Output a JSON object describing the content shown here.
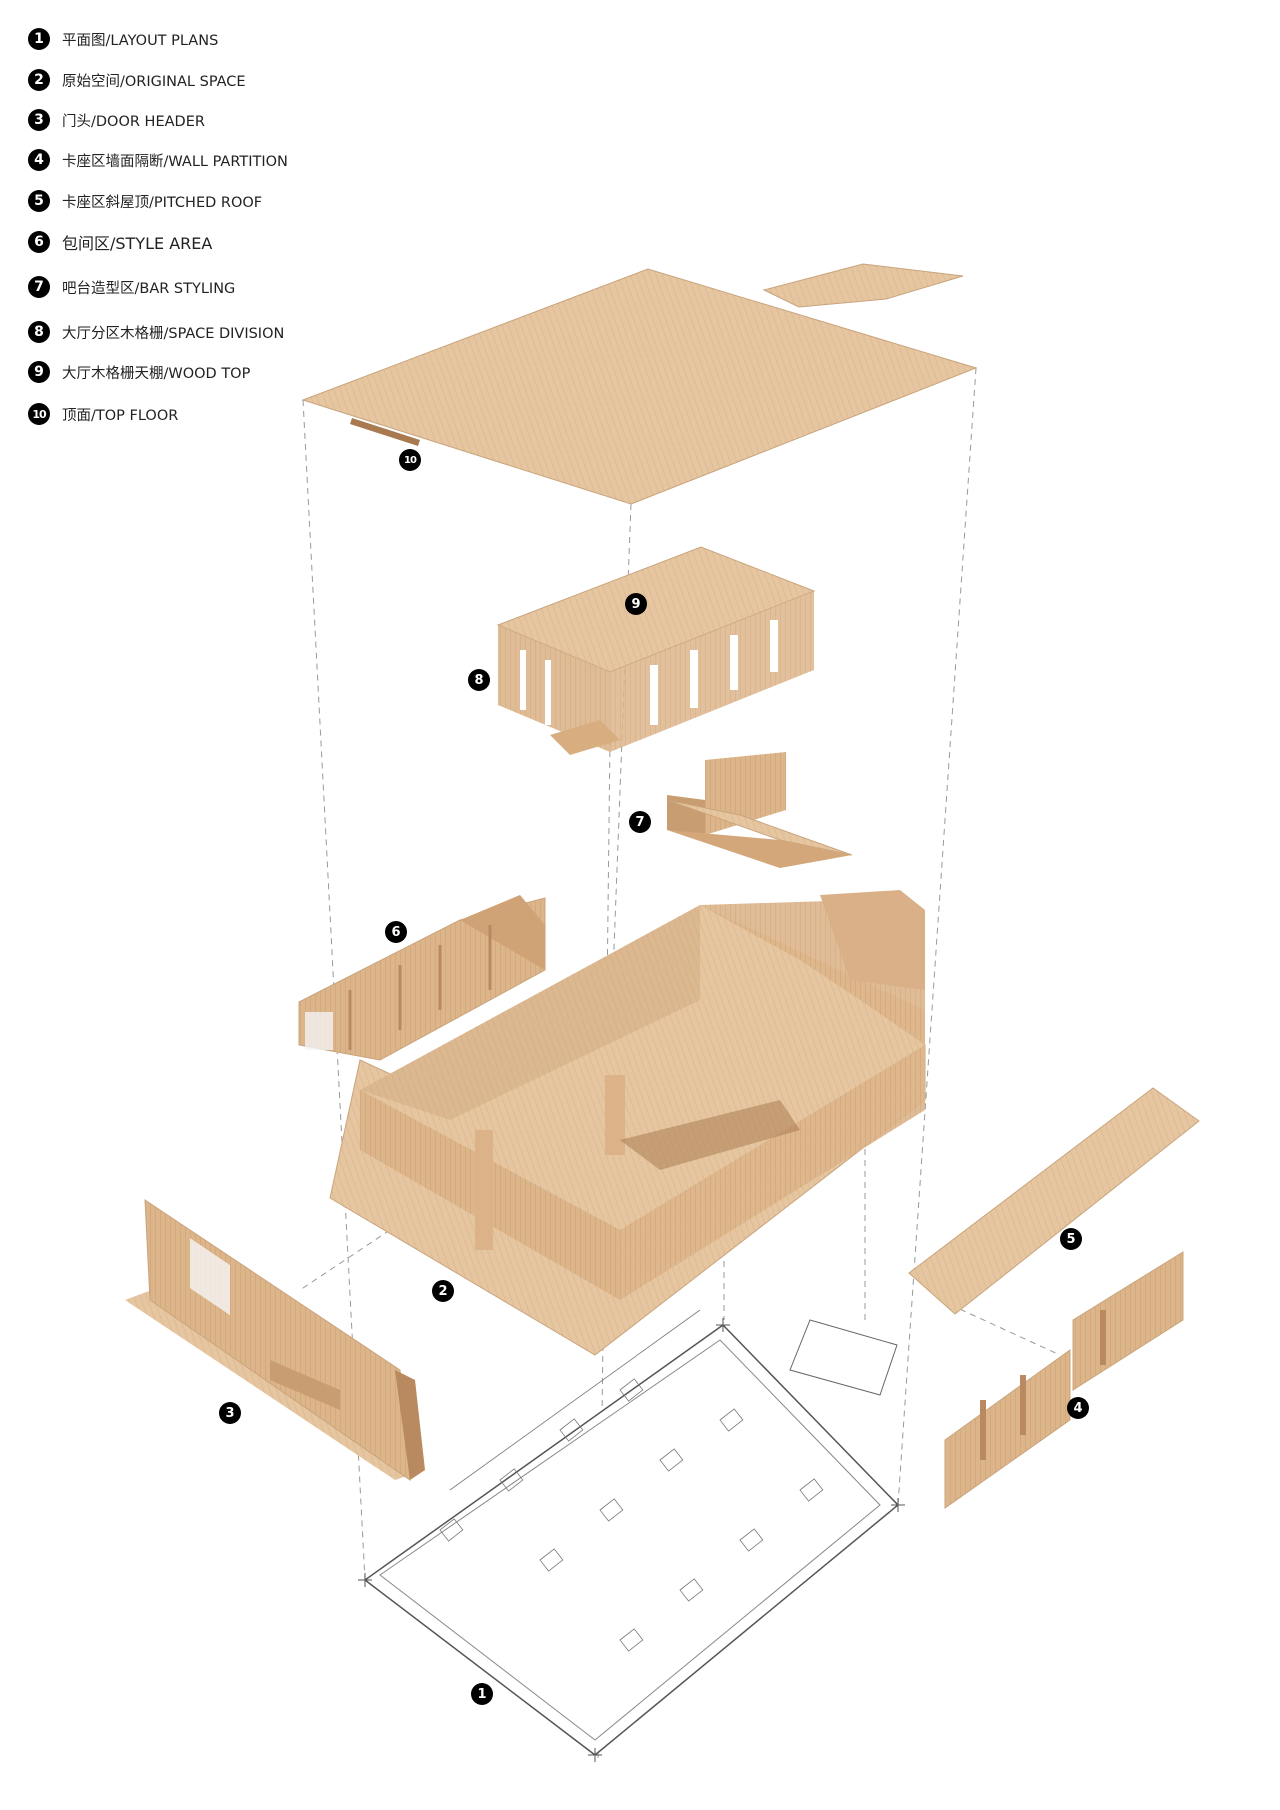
{
  "legend": [
    {
      "num": "1",
      "text": "平面图/LAYOUT PLANS"
    },
    {
      "num": "2",
      "text": "原始空间/ORIGINAL SPACE"
    },
    {
      "num": "3",
      "text": "门头/DOOR HEADER"
    },
    {
      "num": "4",
      "text": "卡座区墙面隔断/WALL PARTITION"
    },
    {
      "num": "5",
      "text": "卡座区斜屋顶/PITCHED ROOF"
    },
    {
      "num": "6",
      "text": "包间区/STYLE AREA"
    },
    {
      "num": "7",
      "text": "吧台造型区/BAR STYLING"
    },
    {
      "num": "8",
      "text": "大厅分区木格栅/SPACE DIVISION"
    },
    {
      "num": "9",
      "text": "大厅木格栅天棚/WOOD TOP"
    },
    {
      "num": "10",
      "text": "顶面/TOP FLOOR"
    }
  ],
  "colors": {
    "wood_light": "#e8c9a3",
    "wood_mid": "#d9b088",
    "wood_dark": "#b98a60",
    "line": "#999999"
  }
}
